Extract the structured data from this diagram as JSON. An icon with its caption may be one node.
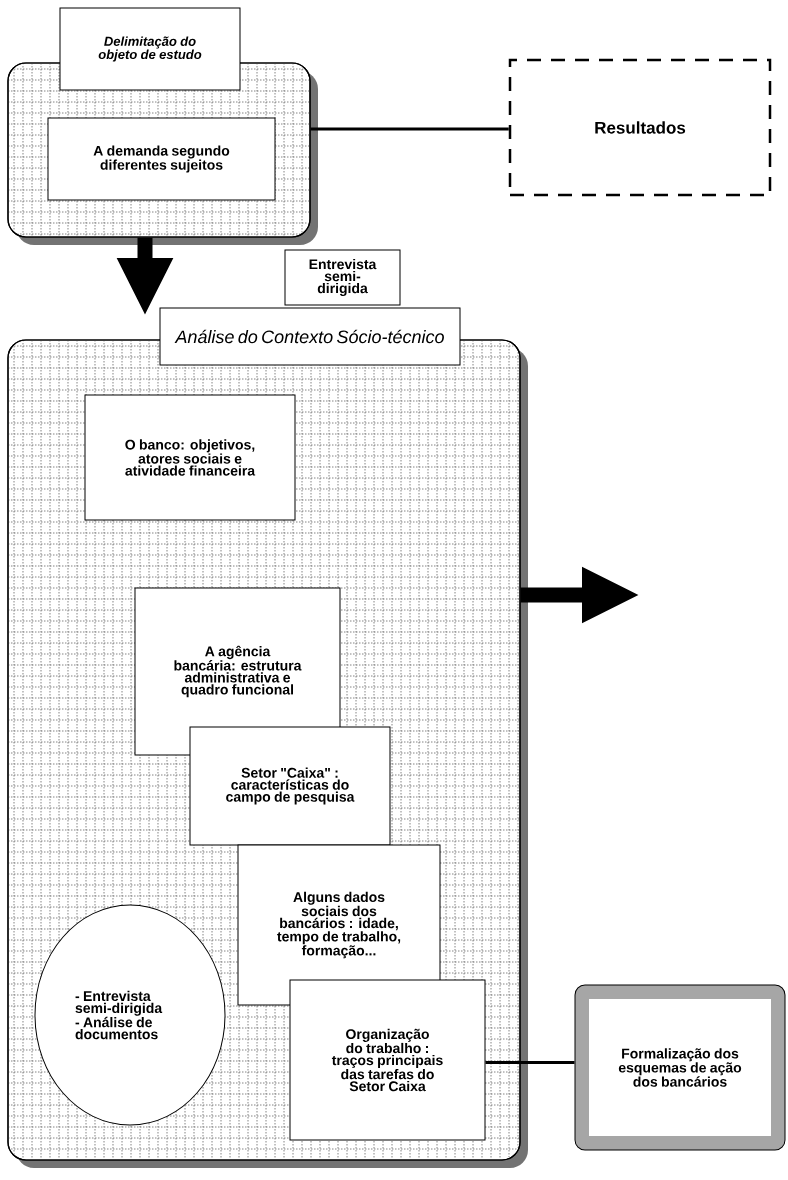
{
  "diagram": {
    "nodes": [
      {
        "text": [
          "Delimitação do objeto de estudo"
        ]
      },
      {
        "text": [
          "A demanda segundo diferentes sujeitos"
        ],
        "in": 0
      },
      {
        "text": [
          "Entrevista semi-dirigida"
        ]
      },
      {
        "text": [
          "Resultados"
        ]
      },
      {
        "text": [
          "Análise do Contexto Sócio-técnico"
        ]
      },
      {
        "text": [
          "O banco: objetivos, atores sociais e atividade financeira"
        ],
        "in": 4
      },
      {
        "text": [
          "A agência bancária: estrutura administrativa e quadro funcional"
        ],
        "in": 4
      },
      {
        "text": [
          "Setor \"Caixa\" : características do campo de pesquisa"
        ],
        "in": 4
      },
      {
        "text": [
          "Alguns dados sociais dos bancários : idade, tempo de trabalho, formação..."
        ],
        "in": 4
      },
      {
        "text": [
          "Organização do trabalho : traços principais das tarefas do Setor Caixa"
        ],
        "in": 4
      },
      {
        "text": [
          "- Entrevista semi-dirigida - Análise de documentos"
        ],
        "in": 4
      },
      {
        "text": [
          "Formalização dos esquemas de ação dos bancários"
        ]
      }
    ],
    "edges": [
      {
        "from": 0,
        "to": 3,
        "arrow": "none"
      },
      {
        "from": 0,
        "to": 4,
        "arrow": "to",
        "style": "thick"
      },
      {
        "from": 4,
        "to": null,
        "arrow": "to",
        "style": "thick"
      },
      {
        "from": 9,
        "to": 11,
        "arrow": "none"
      }
    ]
  }
}
